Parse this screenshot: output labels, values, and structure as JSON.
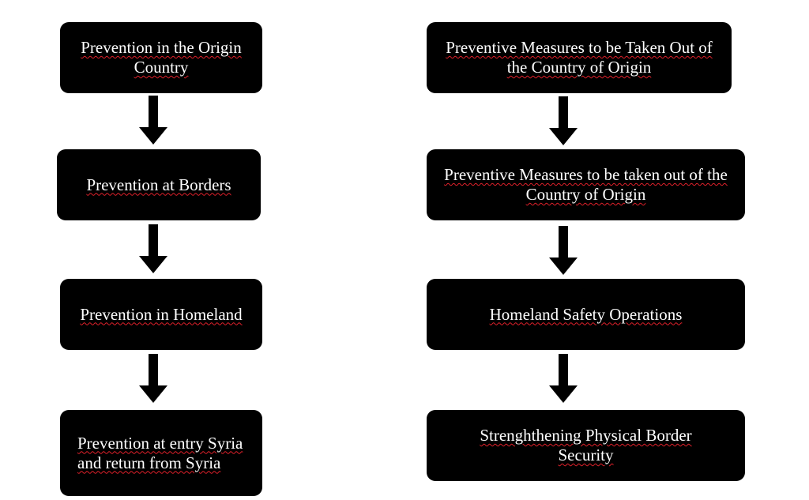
{
  "left_column": {
    "boxes": [
      "Prevention in the Origin Country",
      "Prevention at Borders",
      "Prevention in Homeland",
      "Prevention at entry Syria and return from Syria"
    ]
  },
  "right_column": {
    "boxes": [
      "Preventive Measures to be Taken Out of the Country of Origin",
      "Preventive Measures to be taken out of the Country of Origin",
      "Homeland Safety Operations",
      "Strenghthening Physical Border Security"
    ]
  },
  "colors": {
    "box_fill": "#000000",
    "box_text": "#ffffff",
    "arrow": "#000000",
    "spellcheck_underline": "#e0202a"
  }
}
